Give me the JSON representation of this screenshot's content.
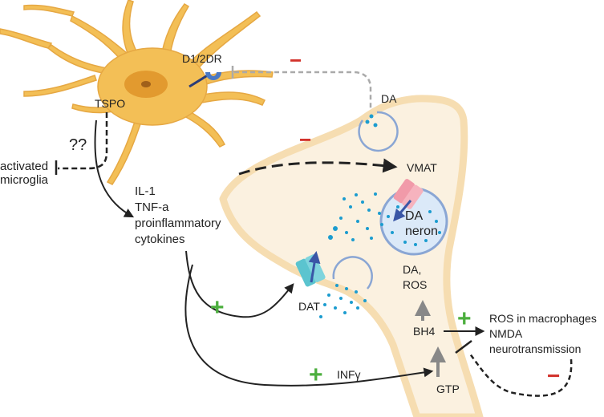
{
  "labels": {
    "receptor": "D1/2DR",
    "tspo": "TSPO",
    "question": "??",
    "activated_microglia": [
      "activated",
      "microglia"
    ],
    "cytokines": [
      "IL-1",
      "TNF-a",
      "proinflammatory",
      "cytokines"
    ],
    "da_top": "DA",
    "vmat": "VMAT",
    "da_neuron": [
      "DA",
      "neron"
    ],
    "dat": "DAT",
    "da_ros": [
      "DA,",
      "ROS"
    ],
    "bh4": "BH4",
    "gtp": "GTP",
    "infy": "INFγ",
    "outputs": [
      "ROS in macrophages",
      "NMDA",
      "neurotransmission"
    ]
  },
  "signs": {
    "plus": "+",
    "minus": "−"
  },
  "colors": {
    "microglia_fill": "#f3bf56",
    "microglia_nucleus": "#e29a2f",
    "neuron_fill": "#fbf1e0",
    "neuron_border": "#f6ddb1",
    "vesicle_border": "#8aa6d4",
    "dots": "#1b9ccf",
    "plus": "#4caf3e",
    "minus": "#d2322b",
    "arrow": "#222222",
    "gray_arrow": "#888888",
    "transporter": "#5bc4cf",
    "vmat_pink": "#f19aa9",
    "arrow_blue": "#3a56a6"
  }
}
